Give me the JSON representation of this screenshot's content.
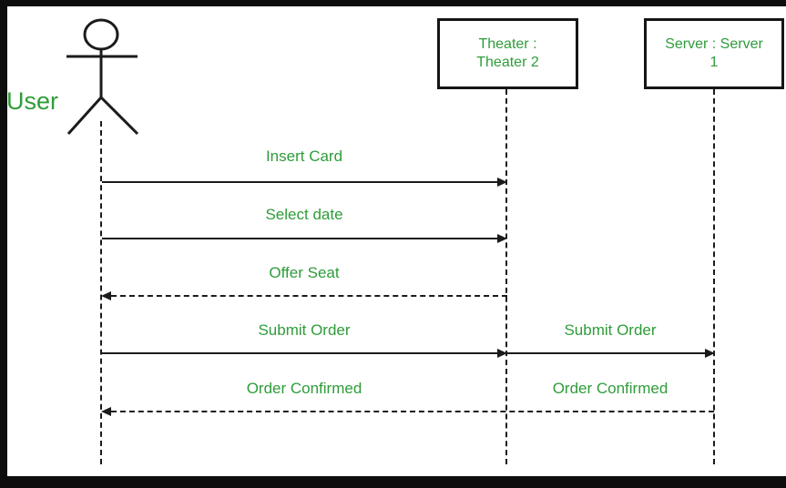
{
  "diagram": {
    "type": "uml-sequence-diagram",
    "actor": {
      "label": "User"
    },
    "objects": [
      {
        "id": "theater",
        "line1": "Theater :",
        "line2": "Theater 2"
      },
      {
        "id": "server",
        "line1": "Server : Server",
        "line2": "1"
      }
    ],
    "messages": [
      {
        "label": "Insert Card",
        "from": "User",
        "to": "Theater",
        "line": "solid",
        "direction": "right"
      },
      {
        "label": "Select date",
        "from": "User",
        "to": "Theater",
        "line": "solid",
        "direction": "right"
      },
      {
        "label": "Offer Seat",
        "from": "Theater",
        "to": "User",
        "line": "dashed",
        "direction": "left"
      },
      {
        "label": "Submit Order",
        "from": "User",
        "to": "Theater",
        "line": "solid",
        "direction": "right"
      },
      {
        "label": "Submit Order",
        "from": "Theater",
        "to": "Server",
        "line": "solid",
        "direction": "right"
      },
      {
        "label": "Order Confirmed",
        "from": "Server",
        "to": "User",
        "line": "dashed",
        "direction": "left"
      },
      {
        "label": "Order Confirmed",
        "from": "Server",
        "to": "User",
        "line": "dashed",
        "direction": "left"
      }
    ],
    "colors": {
      "text_green": "#2e9c3a",
      "line_black": "#1b1b1b",
      "background": "#ffffff",
      "frame_black": "#0d0d0d"
    }
  }
}
